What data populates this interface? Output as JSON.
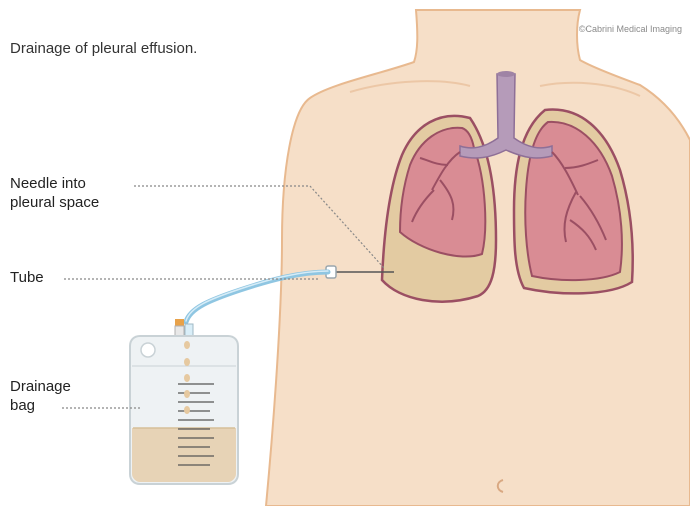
{
  "caption": "Drainage of pleural effusion.",
  "credit": "©Cabrini Medical Imaging",
  "labels": {
    "needle_line1": "Needle into",
    "needle_line2": "pleural space",
    "tube": "Tube",
    "bag_line1": "Drainage",
    "bag_line2": "bag"
  },
  "colors": {
    "skin": "#f6dfc8",
    "skin_outline": "#e8b98f",
    "lung": "#d98c94",
    "lung_outline": "#9b4f63",
    "airway": "#b59bb9",
    "fluid": "#e3cba2",
    "tube": "#8fc6e2",
    "leader": "#888888"
  }
}
